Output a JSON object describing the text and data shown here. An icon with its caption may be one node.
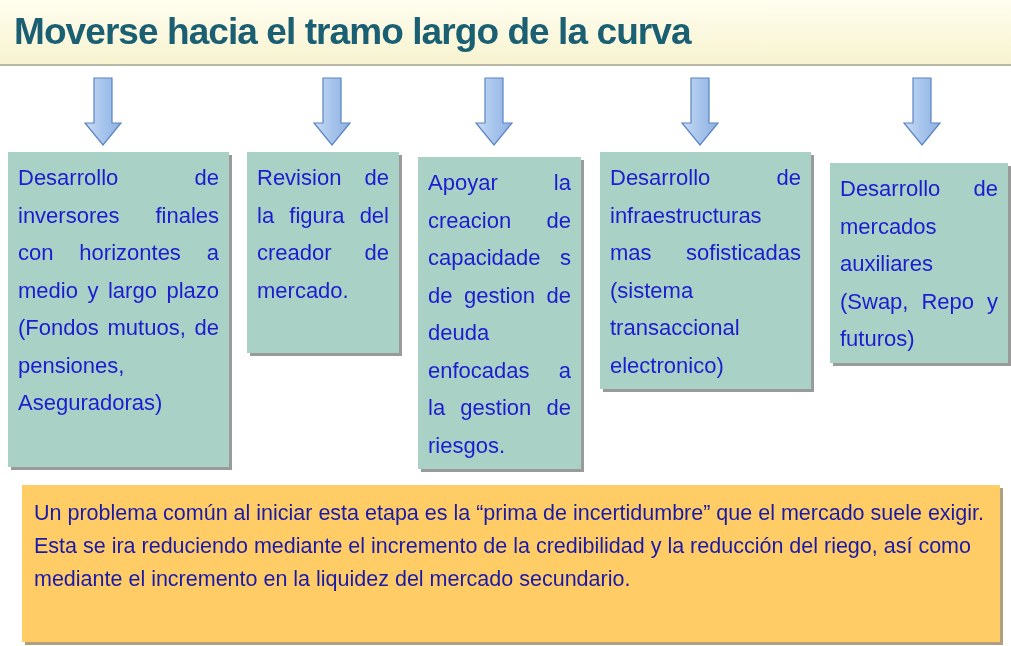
{
  "diagram": {
    "title": "Moverse hacia el tramo largo de la curva",
    "nodes": [
      {
        "text": [
          "Desarrollo de inversores finales con horizontes a medio y largo plazo (Fondos mutuos, de pensiones, Aseguradoras)"
        ]
      },
      {
        "text": [
          "Revision de la figura del creador de mercado."
        ]
      },
      {
        "text": [
          "Apoyar la creacion de capacidade s de gestion de deuda enfocadas a la gestion de riesgos."
        ]
      },
      {
        "text": [
          "Desarrollo de infraestructuras mas sofisticadas (sistema transaccional electronico)"
        ]
      },
      {
        "text": [
          "Desarrollo de mercados auxiliares (Swap, Repo y futuros)"
        ]
      },
      {
        "text": [
          "Un problema común al iniciar esta etapa es la “prima de incertidumbre” que el mercado suele exigir. Esta se ira reduciendo mediante el incremento de la credibilidad y la reducción del riego, así como mediante el incremento en la liquidez del mercado secundario."
        ]
      }
    ],
    "edges": [
      {
        "from": null,
        "to": 0,
        "arrow": "to"
      },
      {
        "from": null,
        "to": 1,
        "arrow": "to"
      },
      {
        "from": null,
        "to": 2,
        "arrow": "to"
      },
      {
        "from": null,
        "to": 3,
        "arrow": "to"
      },
      {
        "from": null,
        "to": 4,
        "arrow": "to"
      }
    ]
  }
}
